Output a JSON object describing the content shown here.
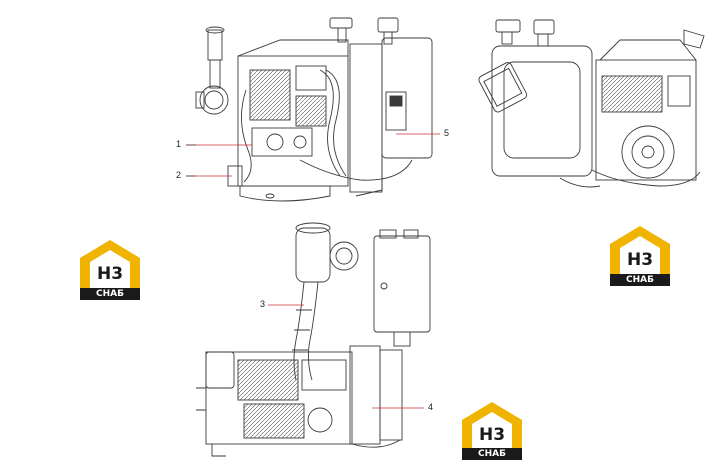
{
  "callouts": [
    "1",
    "2",
    "3",
    "4",
    "5"
  ],
  "logo": {
    "mark": "H3",
    "caption": "СНАБ",
    "colors": {
      "roof": "#f0b400",
      "body": "#1a1a1a"
    }
  },
  "colors": {
    "line": "#3a3a3a",
    "leader": "#c83232",
    "fill": "#ffffff"
  }
}
